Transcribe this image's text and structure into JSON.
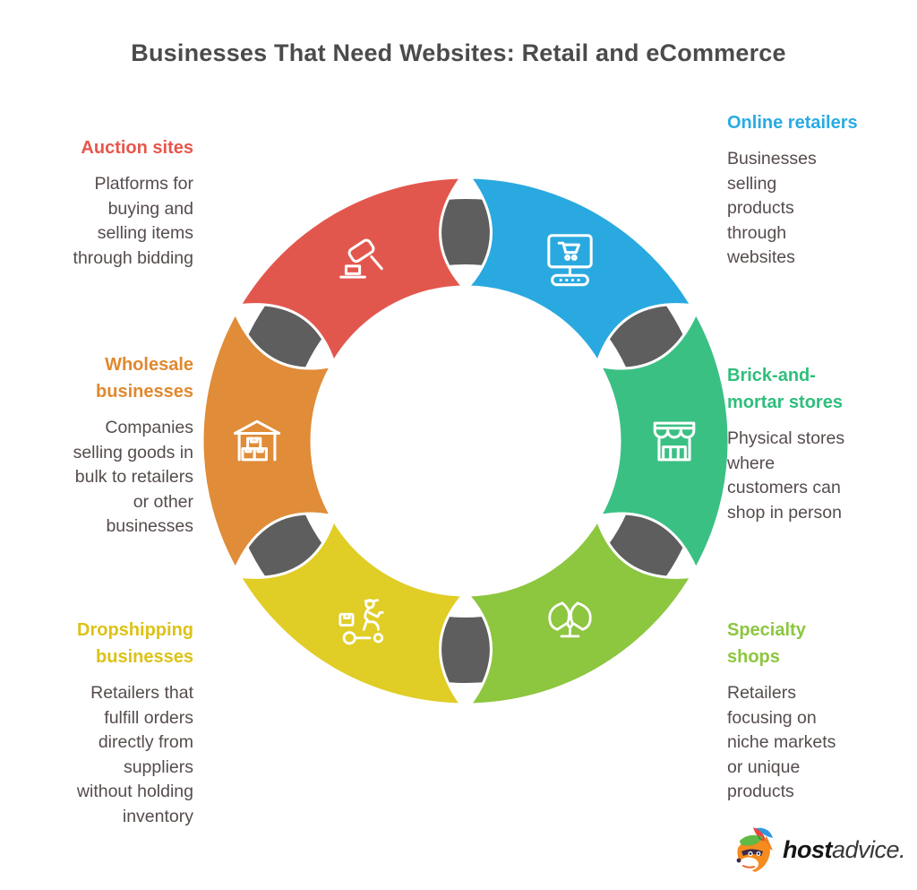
{
  "title": "Businesses That Need Websites: Retail and eCommerce",
  "blocks": [
    {
      "id": "auction-sites",
      "heading": "Auction sites",
      "body": "Platforms for\nbuying and\nselling items\nthrough bidding",
      "color": "#e8564b",
      "side": "left"
    },
    {
      "id": "online-retailers",
      "heading": "Online retailers",
      "body": "Businesses\nselling\nproducts\nthrough\nwebsites",
      "color": "#29abe2",
      "side": "right"
    },
    {
      "id": "wholesale-businesses",
      "heading": "Wholesale\nbusinesses",
      "body": "Companies\nselling goods in\nbulk to retailers\nor other\nbusinesses",
      "color": "#e0892f",
      "side": "left"
    },
    {
      "id": "brick-and-mortar-stores",
      "heading": "Brick-and-\nmortar stores",
      "body": "Physical stores\nwhere\ncustomers can\nshop in person",
      "color": "#2fbe7c",
      "side": "right"
    },
    {
      "id": "dropshipping-businesses",
      "heading": "Dropshipping\nbusinesses",
      "body": "Retailers that\nfulfill orders\ndirectly from\nsuppliers\nwithout holding\ninventory",
      "color": "#ddc217",
      "side": "left"
    },
    {
      "id": "specialty-shops",
      "heading": "Specialty\nshops",
      "body": "Retailers\nfocusing on\nniche markets\nor unique\nproducts",
      "color": "#8dc63f",
      "side": "right"
    }
  ],
  "diagram": {
    "ring_color": "#5e5e5e",
    "outline_color": "#ffffff",
    "segments": [
      {
        "id": "auction-sites",
        "label": "Auction sites",
        "color": "#e2574d",
        "angle": 330,
        "icon": "gavel-icon"
      },
      {
        "id": "online-retailers",
        "label": "Online retailers",
        "color": "#2aa9e0",
        "angle": 30,
        "icon": "cart-monitor-icon"
      },
      {
        "id": "brick-and-mortar-stores",
        "label": "Brick-and-mortar stores",
        "color": "#3bc084",
        "angle": 90,
        "icon": "storefront-icon"
      },
      {
        "id": "specialty-shops",
        "label": "Specialty shops",
        "color": "#8dc63f",
        "angle": 150,
        "icon": "necklace-icon"
      },
      {
        "id": "dropshipping-businesses",
        "label": "Dropshipping businesses",
        "color": "#e0cd26",
        "angle": 210,
        "icon": "scooter-icon"
      },
      {
        "id": "wholesale-businesses",
        "label": "Wholesale businesses",
        "color": "#e08c38",
        "angle": 270,
        "icon": "warehouse-icon"
      }
    ]
  },
  "logo": {
    "brand_bold": "host",
    "brand_light": "advice."
  }
}
